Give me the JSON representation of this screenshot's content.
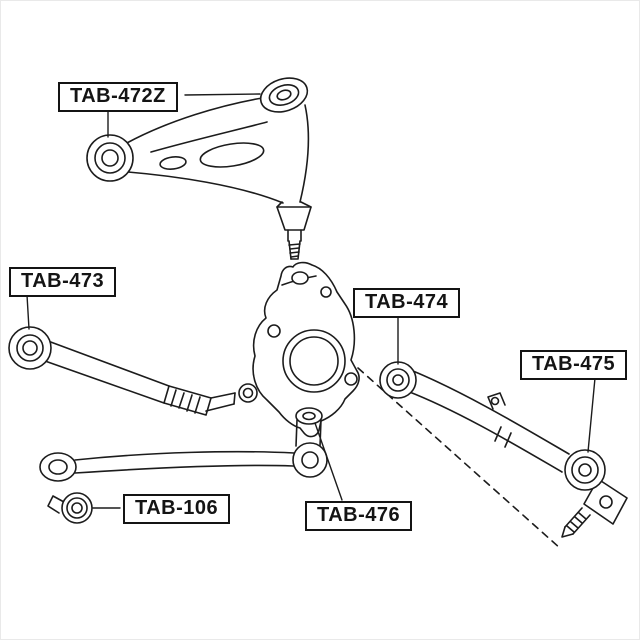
{
  "diagram": {
    "background_color": "#ffffff",
    "line_color": "#1c1c1c",
    "label_border_color": "#141414",
    "labels": {
      "tab472z": {
        "text": "TAB-472Z"
      },
      "tab473": {
        "text": "TAB-473"
      },
      "tab474": {
        "text": "TAB-474"
      },
      "tab475": {
        "text": "TAB-475"
      },
      "tab106": {
        "text": "TAB-106"
      },
      "tab476": {
        "text": "TAB-476"
      }
    }
  }
}
